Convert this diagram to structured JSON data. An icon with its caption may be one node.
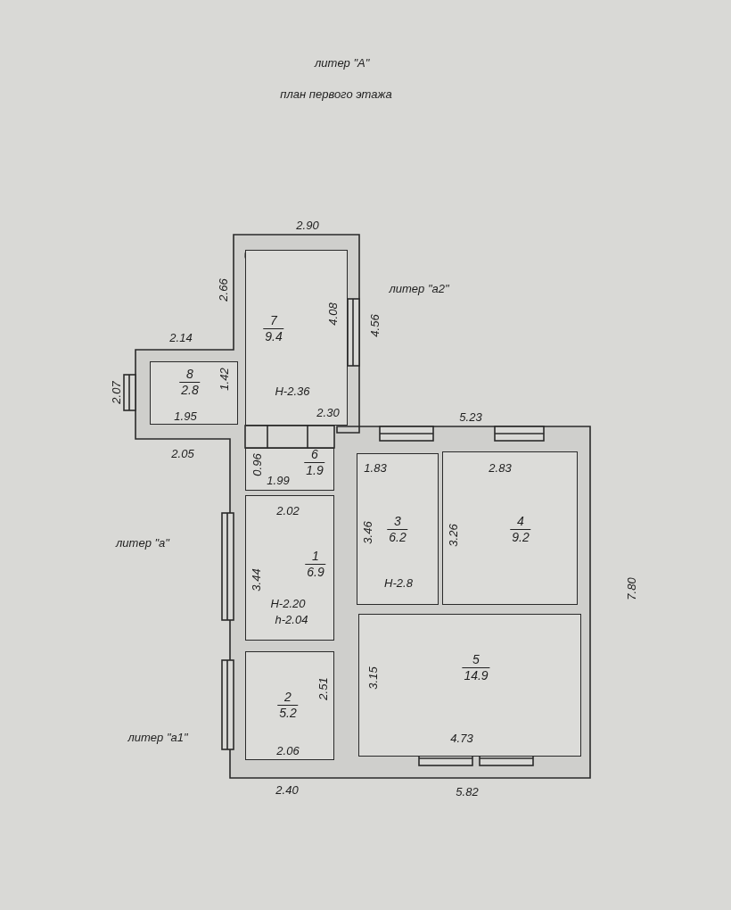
{
  "diagram": {
    "title": "литер \"А\"",
    "nodes": [
      {
        "text": [
          "7",
          "9.4"
        ]
      },
      {
        "text": [
          "8",
          "2.8"
        ]
      },
      {
        "text": [
          "6",
          "1.9"
        ]
      },
      {
        "text": [
          "3",
          "6.2"
        ]
      },
      {
        "text": [
          "4",
          "9.2"
        ]
      },
      {
        "text": [
          "1",
          "6.9"
        ]
      },
      {
        "text": [
          "5",
          "14.9"
        ]
      },
      {
        "text": [
          "2",
          "5.2"
        ]
      }
    ],
    "labels": [
      "план первого этажа",
      "2.90",
      "2.66",
      "литер \"а2\"",
      "4.08",
      "4.56",
      "2.14",
      "1.42",
      "2.07",
      "Н-2.36",
      "1.95",
      "2.30",
      "5.23",
      "2.05",
      "0.96",
      "1.99",
      "1.83",
      "2.83",
      "2.02",
      "3.46",
      "3.26",
      "литер \"а\"",
      "3.44",
      "Н-2.8",
      "7.80",
      "Н-2.20",
      "h-2.04",
      "3.15",
      "2.51",
      "литер \"а1\"",
      "4.73",
      "2.06",
      "2.40",
      "5.82"
    ]
  }
}
